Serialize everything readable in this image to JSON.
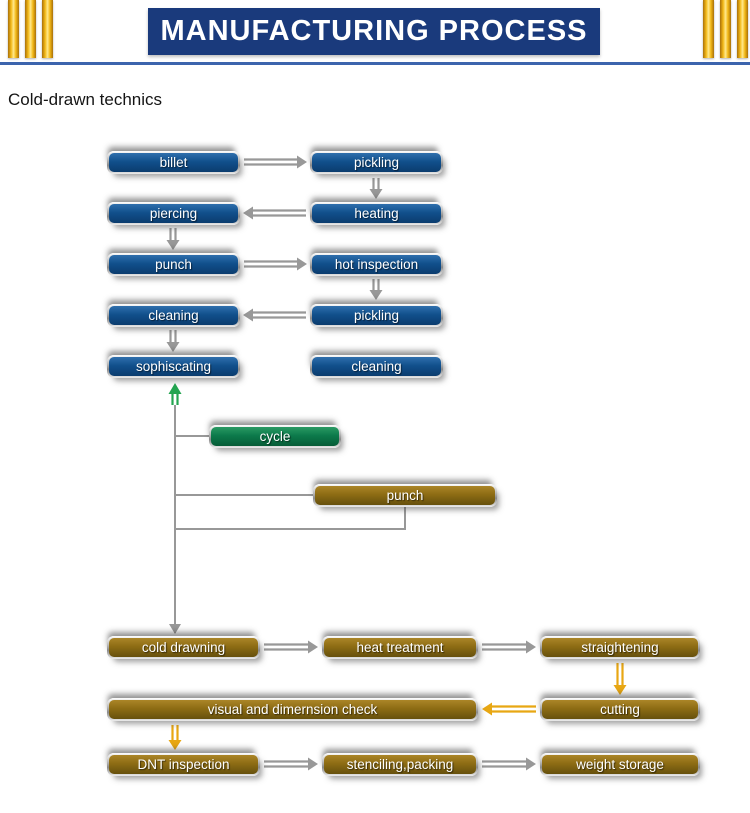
{
  "header": {
    "title": "MANUFACTURING PROCESS"
  },
  "section_title": "Cold-drawn technics",
  "boxes": {
    "billet": "billet",
    "pickling1": "pickling",
    "piercing": "piercing",
    "heating": "heating",
    "punch1": "punch",
    "hot_inspection": "hot inspection",
    "cleaning1": "cleaning",
    "pickling2": "pickling",
    "sophiscating": "sophiscating",
    "cleaning2": "cleaning",
    "cycle": "cycle",
    "punch2": "punch",
    "cold_drawning": "cold drawning",
    "heat_treatment": "heat treatment",
    "straightening": "straightening",
    "visual_check": "visual and dimernsion check",
    "cutting": "cutting",
    "dnt_inspection": "DNT inspection",
    "stenciling_packing": "stenciling,packing",
    "weight_storage": "weight storage"
  },
  "flow_edges": [
    "billet -> pickling",
    "pickling -> heating",
    "heating -> piercing",
    "piercing -> punch",
    "punch -> hot inspection",
    "hot inspection -> pickling",
    "pickling -> cleaning",
    "cleaning -> sophiscating",
    "punch (cycle loop) -> sophiscating",
    "punch -> cold drawning",
    "cold drawning -> heat treatment",
    "heat treatment -> straightening",
    "straightening -> cutting",
    "cutting -> visual and dimernsion check",
    "visual and dimernsion check -> DNT inspection",
    "DNT inspection -> stenciling,packing",
    "stenciling,packing -> weight storage"
  ],
  "colors": {
    "header_bg": "#1a3a7c",
    "divider_blue": "#3c64ad",
    "blue_box": "#11508c",
    "green_box": "#0c7a4b",
    "brown_box": "#8d6c14",
    "gold_bar": "#f2b715",
    "arrow_gray": "#989898",
    "arrow_yellow": "#e8a713",
    "arrow_green": "#23a550"
  }
}
